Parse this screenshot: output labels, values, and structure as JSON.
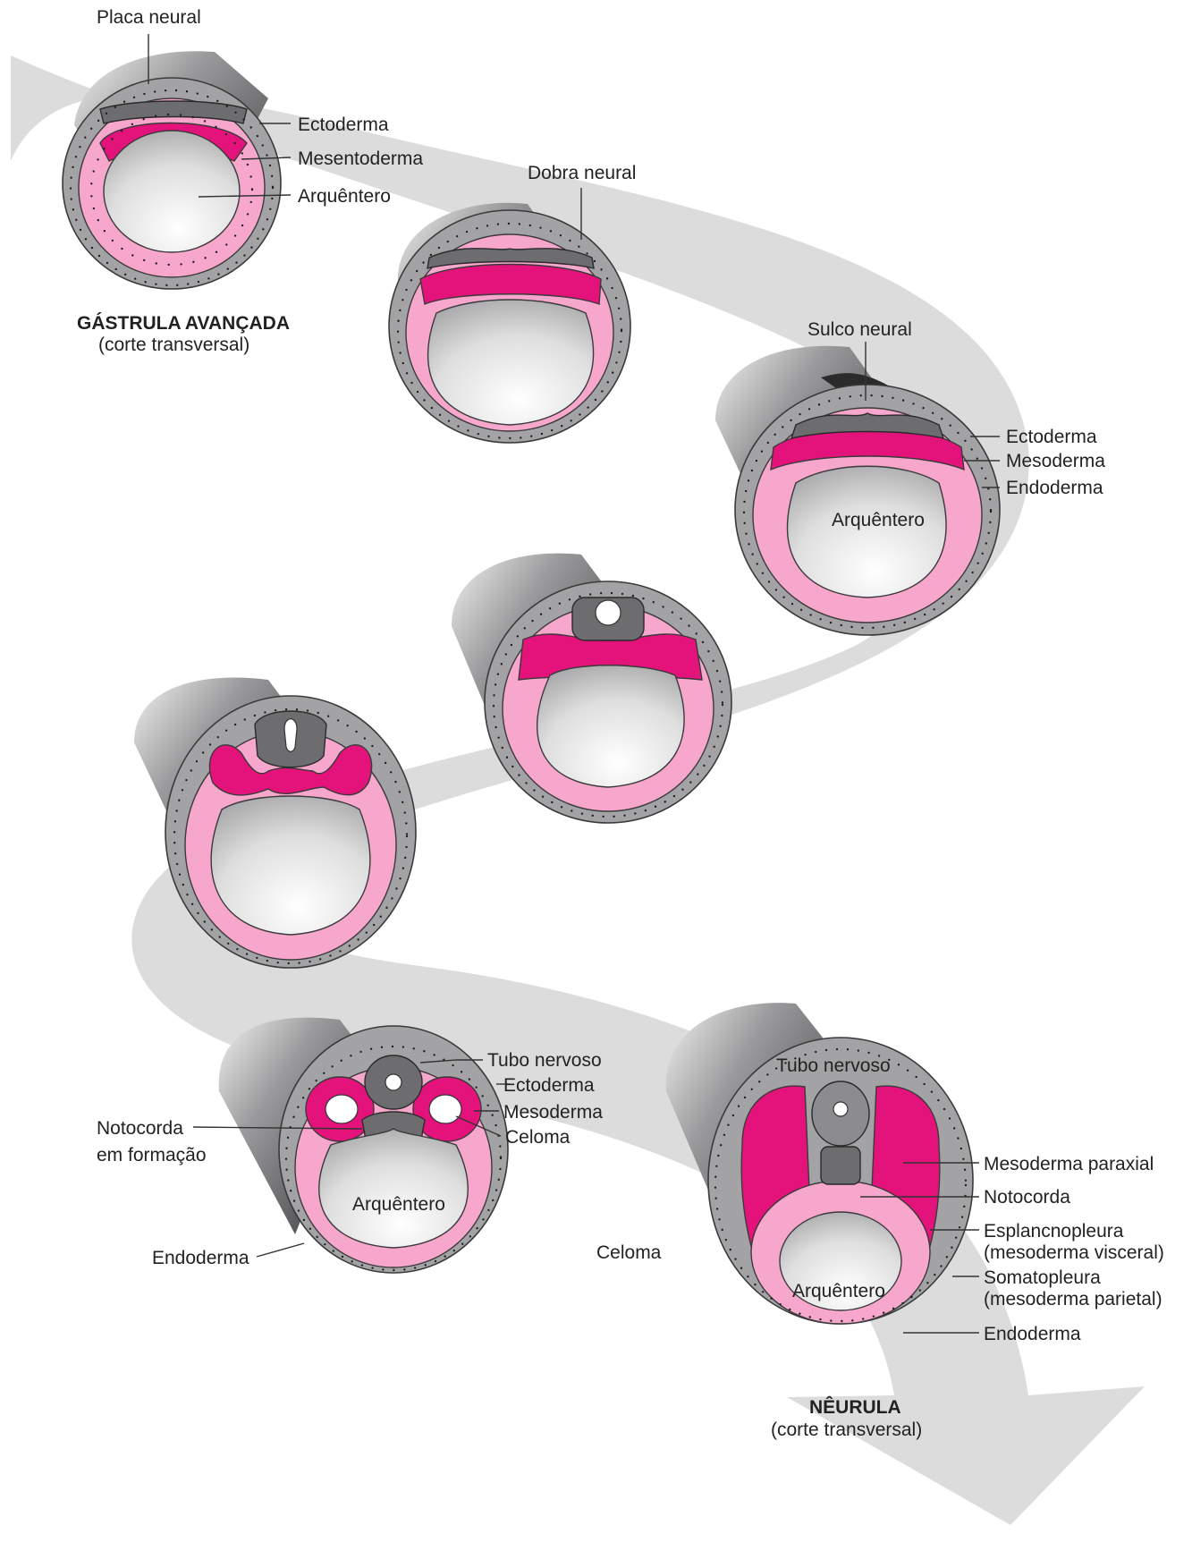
{
  "labels": {
    "placa_neural": "Placa neural",
    "ectoderma_1": "Ectoderma",
    "mesentoderma": "Mesentoderma",
    "arquentero_1": "Arquêntero",
    "gastrula_title": "GÁSTRULA AVANÇADA",
    "gastrula_sub": "(corte transversal)",
    "dobra_neural": "Dobra neural",
    "sulco_neural": "Sulco neural",
    "ectoderma_3": "Ectoderma",
    "mesoderma_3": "Mesoderma",
    "endoderma_3": "Endoderma",
    "arquentero_3": "Arquêntero",
    "tubo_nervoso_6": "Tubo nervoso",
    "ectoderma_6": "Ectoderma",
    "mesoderma_6": "Mesoderma",
    "celoma_6": "Celoma",
    "notocorda_form_1": "Notocorda",
    "notocorda_form_2": "em formação",
    "arquentero_6": "Arquêntero",
    "endoderma_6": "Endoderma",
    "tubo_nervoso_7": "Tubo nervoso",
    "mesoderma_paraxial": "Mesoderma paraxial",
    "notocorda_7": "Notocorda",
    "esplanc_1": "Esplancnopleura",
    "esplanc_2": "(mesoderma visceral)",
    "somato_1": "Somatopleura",
    "somato_2": "(mesoderma parietal)",
    "endoderma_7": "Endoderma",
    "celoma_7": "Celoma",
    "arquentero_7": "Arquêntero",
    "neurula_title": "NÊURULA",
    "neurula_sub": "(corte transversal)"
  },
  "colors": {
    "ectoderm": "#a3a3a5",
    "endoderm": "#f7a7cc",
    "mesoderm": "#e4137c",
    "neural": "#6d6d6f",
    "arrow": "#dcdcdc"
  }
}
